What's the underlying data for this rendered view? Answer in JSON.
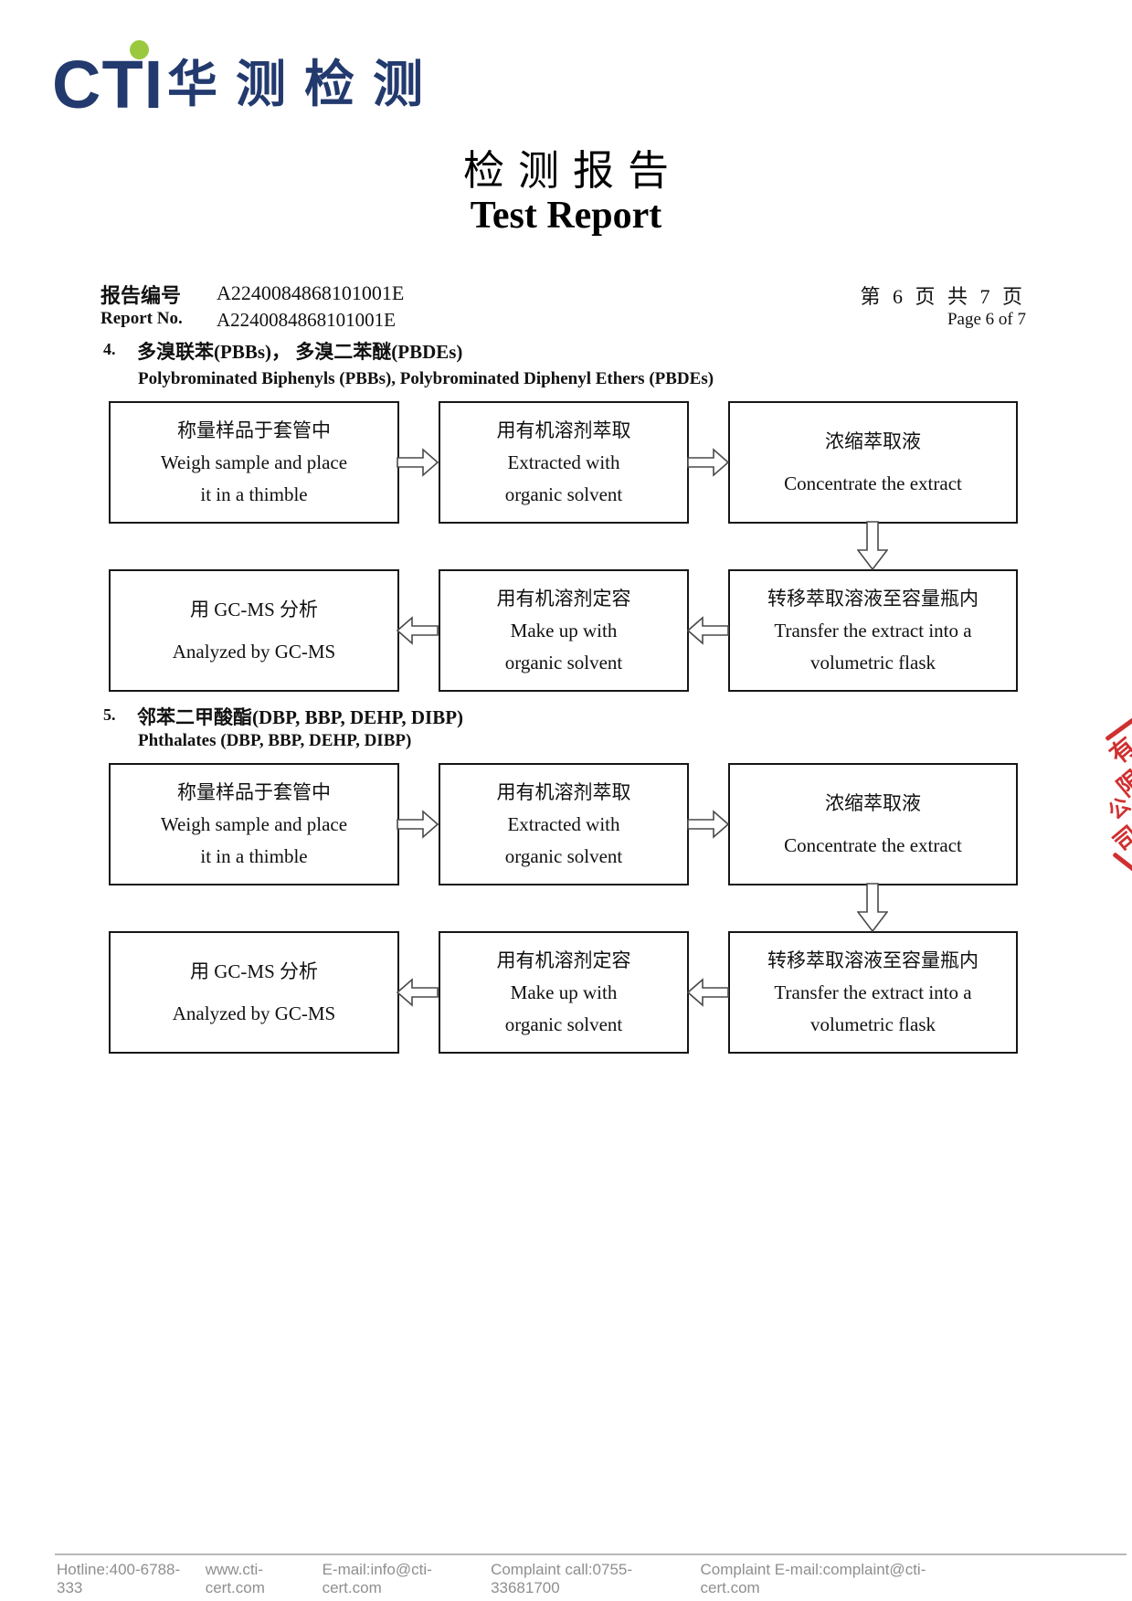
{
  "logo": {
    "text": "CTI",
    "cn": "华测检测"
  },
  "title": {
    "cn": "检测报告",
    "en": "Test Report"
  },
  "meta": {
    "report_label_cn": "报告编号",
    "report_label_en": "Report No.",
    "report_no": "A2240084868101001E",
    "page_cn": "第 6 页  共 7 页",
    "page_en": "Page 6 of 7"
  },
  "sections": [
    {
      "number": "4.",
      "title_cn": "多溴联苯(PBBs)， 多溴二苯醚(PBDEs)",
      "title_en": "Polybrominated Biphenyls (PBBs), Polybrominated Diphenyl Ethers (PBDEs)",
      "boxes": [
        {
          "cn": "称量样品于套管中",
          "en1": "Weigh sample and place",
          "en2": "it in a thimble"
        },
        {
          "cn": "用有机溶剂萃取",
          "en1": "Extracted with",
          "en2": "organic solvent"
        },
        {
          "cn": "浓缩萃取液",
          "en1": "Concentrate the extract"
        },
        {
          "cn": "用 GC-MS 分析",
          "en1": "Analyzed by GC-MS"
        },
        {
          "cn": "用有机溶剂定容",
          "en1": "Make up with",
          "en2": "organic solvent"
        },
        {
          "cn": "转移萃取溶液至容量瓶内",
          "en1": "Transfer the extract into a",
          "en2": "volumetric flask"
        }
      ]
    },
    {
      "number": "5.",
      "title_cn": "邻苯二甲酸酯(DBP, BBP, DEHP, DIBP)",
      "title_en": "Phthalates (DBP, BBP, DEHP, DIBP)",
      "boxes": [
        {
          "cn": "称量样品于套管中",
          "en1": "Weigh sample and place",
          "en2": "it in a thimble"
        },
        {
          "cn": "用有机溶剂萃取",
          "en1": "Extracted with",
          "en2": "organic solvent"
        },
        {
          "cn": "浓缩萃取液",
          "en1": "Concentrate the extract"
        },
        {
          "cn": "用 GC-MS 分析",
          "en1": "Analyzed by GC-MS"
        },
        {
          "cn": "用有机溶剂定容",
          "en1": "Make up with",
          "en2": "organic solvent"
        },
        {
          "cn": "转移萃取溶液至容量瓶内",
          "en1": "Transfer the extract into a",
          "en2": "volumetric flask"
        }
      ]
    }
  ],
  "seal": {
    "chars": [
      "有",
      "限",
      "公",
      "司"
    ],
    "color": "#d03030"
  },
  "footer": {
    "items": [
      "Hotline:400-6788-333",
      "www.cti-cert.com",
      "E-mail:info@cti-cert.com",
      "Complaint call:0755-33681700",
      "Complaint E-mail:complaint@cti-cert.com"
    ]
  },
  "colors": {
    "logo_navy": "#233a6e",
    "logo_green": "#9ac93f",
    "seal_red": "#d03030",
    "footer_gray": "#8f8f8f"
  }
}
